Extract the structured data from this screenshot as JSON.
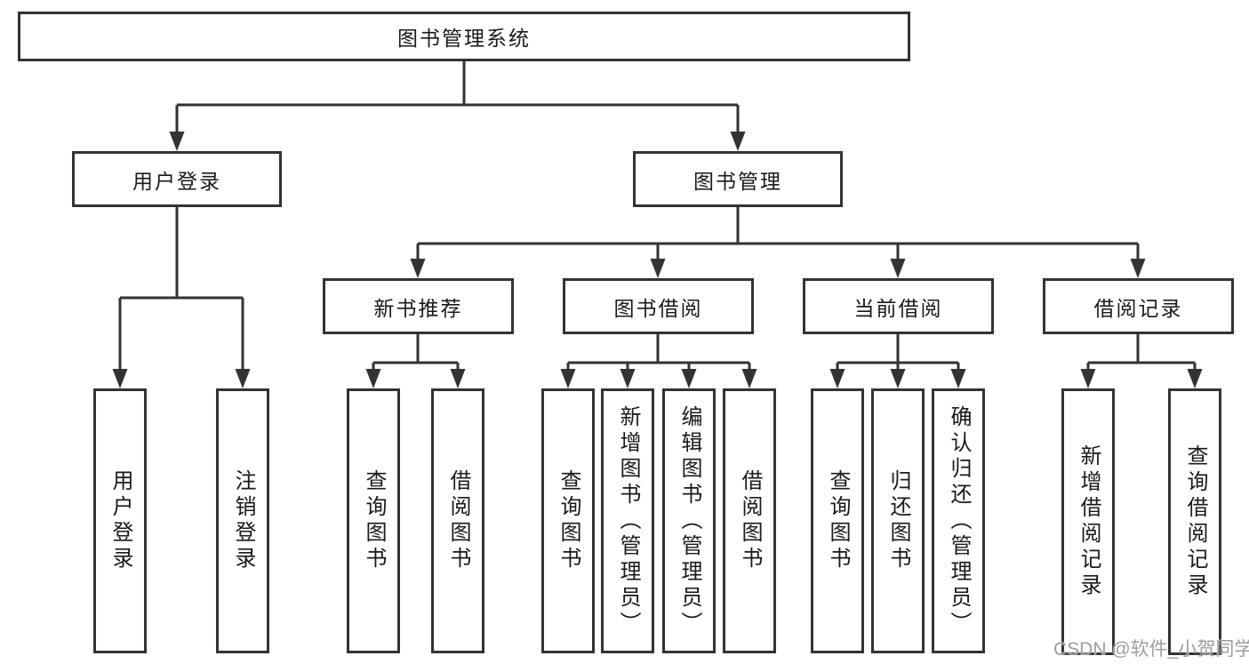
{
  "diagram": {
    "title": "图书管理系统",
    "watermark": "CSDN @软件_小贺同学",
    "colors": {
      "line": "#333333",
      "text": "#1a1a1a",
      "watermark": "#9e9e9e",
      "background": "#ffffff"
    },
    "tree": {
      "root": {
        "label": "图书管理系统"
      },
      "children": [
        {
          "label": "用户登录",
          "children": [
            {
              "label": "用户登录"
            },
            {
              "label": "注销登录"
            }
          ]
        },
        {
          "label": "图书管理",
          "children": [
            {
              "label": "新书推荐",
              "children": [
                {
                  "label": "查询图书"
                },
                {
                  "label": "借阅图书"
                }
              ]
            },
            {
              "label": "图书借阅",
              "children": [
                {
                  "label": "查询图书"
                },
                {
                  "label": "新增图书（管理员）"
                },
                {
                  "label": "编辑图书（管理员）"
                },
                {
                  "label": "借阅图书"
                }
              ]
            },
            {
              "label": "当前借阅",
              "children": [
                {
                  "label": "查询图书"
                },
                {
                  "label": "归还图书"
                },
                {
                  "label": "确认归还（管理员）"
                }
              ]
            },
            {
              "label": "借阅记录",
              "children": [
                {
                  "label": "新增借阅记录"
                },
                {
                  "label": "查询借阅记录"
                }
              ]
            }
          ]
        }
      ]
    }
  }
}
